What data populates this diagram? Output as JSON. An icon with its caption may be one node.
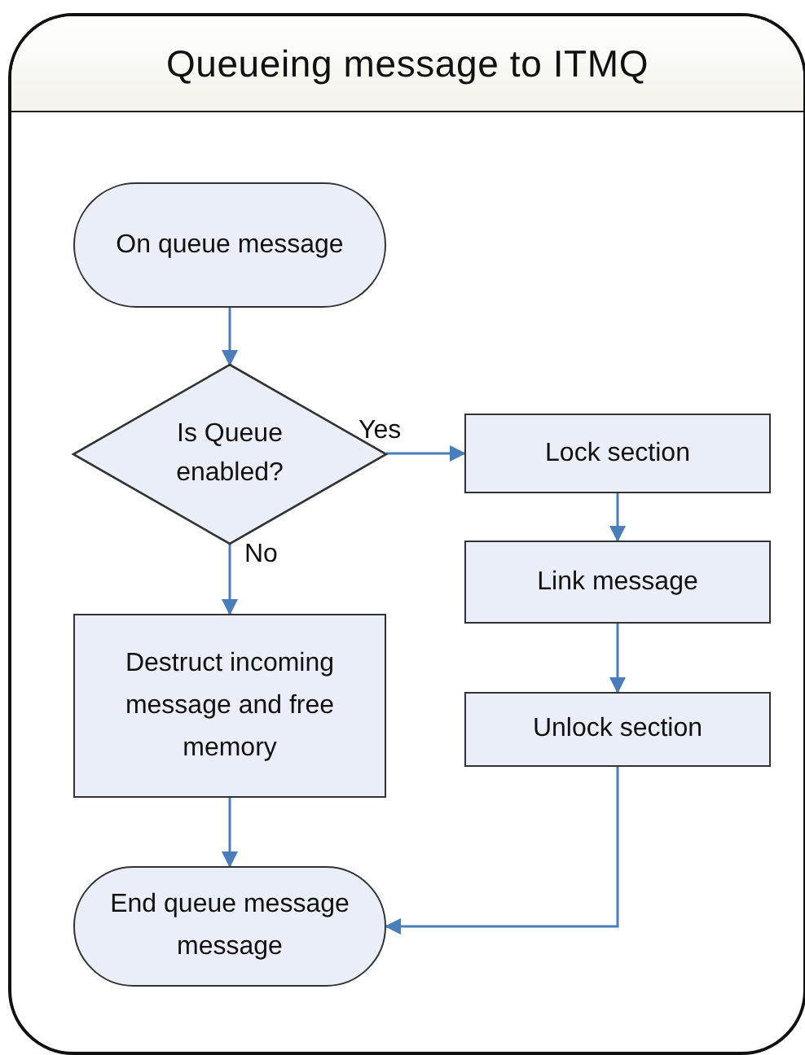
{
  "diagram": {
    "nodes": [
      {
        "text": [
          "Queueing message to ITMQ"
        ]
      },
      {
        "text": [
          "On queue message"
        ],
        "in": 0
      },
      {
        "text": [
          "Is Queue enabled?"
        ],
        "in": 0
      },
      {
        "text": [
          "Lock section"
        ],
        "in": 0
      },
      {
        "text": [
          "Link message"
        ],
        "in": 0
      },
      {
        "text": [
          "Unlock section"
        ],
        "in": 0
      },
      {
        "text": [
          "Destruct incoming message and free memory"
        ],
        "in": 0
      },
      {
        "text": [
          "End queue message message"
        ],
        "in": 0
      }
    ],
    "edges": [
      {
        "from": 1,
        "to": 2,
        "arrow": "to"
      },
      {
        "from": 2,
        "to": 3,
        "arrow": "to",
        "label": "Yes"
      },
      {
        "from": 3,
        "to": 4,
        "arrow": "to"
      },
      {
        "from": 4,
        "to": 5,
        "arrow": "to"
      },
      {
        "from": 2,
        "to": 6,
        "arrow": "to",
        "label": "No"
      },
      {
        "from": 6,
        "to": 7,
        "arrow": "to"
      },
      {
        "from": 5,
        "to": 7,
        "arrow": "to"
      }
    ]
  }
}
